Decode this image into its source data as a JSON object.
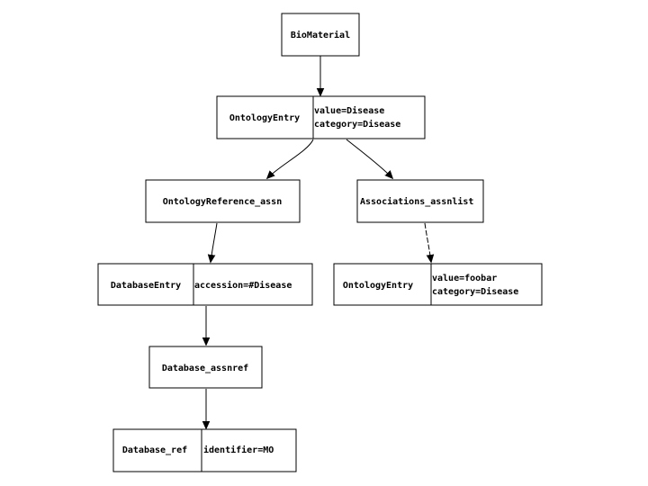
{
  "nodes": {
    "biomaterial": {
      "label": "BioMaterial"
    },
    "ontology_entry_disease": {
      "label": "OntologyEntry",
      "value": "value=Disease",
      "category": "category=Disease"
    },
    "ontology_reference_assn": {
      "label": "OntologyReference_assn"
    },
    "associations_assnlist": {
      "label": "Associations_assnlist"
    },
    "database_entry": {
      "label": "DatabaseEntry",
      "accession": "accession=#Disease"
    },
    "ontology_entry_foobar": {
      "label": "OntologyEntry",
      "value": "value=foobar",
      "category": "category=Disease"
    },
    "database_assnref": {
      "label": "Database_assnref"
    },
    "database_ref": {
      "label": "Database_ref",
      "identifier": "identifier=MO"
    }
  },
  "edges": [
    {
      "from": "BioMaterial",
      "to": "OntologyEntry"
    },
    {
      "from": "OntologyEntry",
      "to": "OntologyReference_assn"
    },
    {
      "from": "OntologyEntry",
      "to": "Associations_assnlist"
    },
    {
      "from": "OntologyReference_assn",
      "to": "DatabaseEntry"
    },
    {
      "from": "Associations_assnlist",
      "to": "OntologyEntry"
    },
    {
      "from": "DatabaseEntry",
      "to": "Database_assnref"
    },
    {
      "from": "Database_assnref",
      "to": "Database_ref"
    }
  ]
}
